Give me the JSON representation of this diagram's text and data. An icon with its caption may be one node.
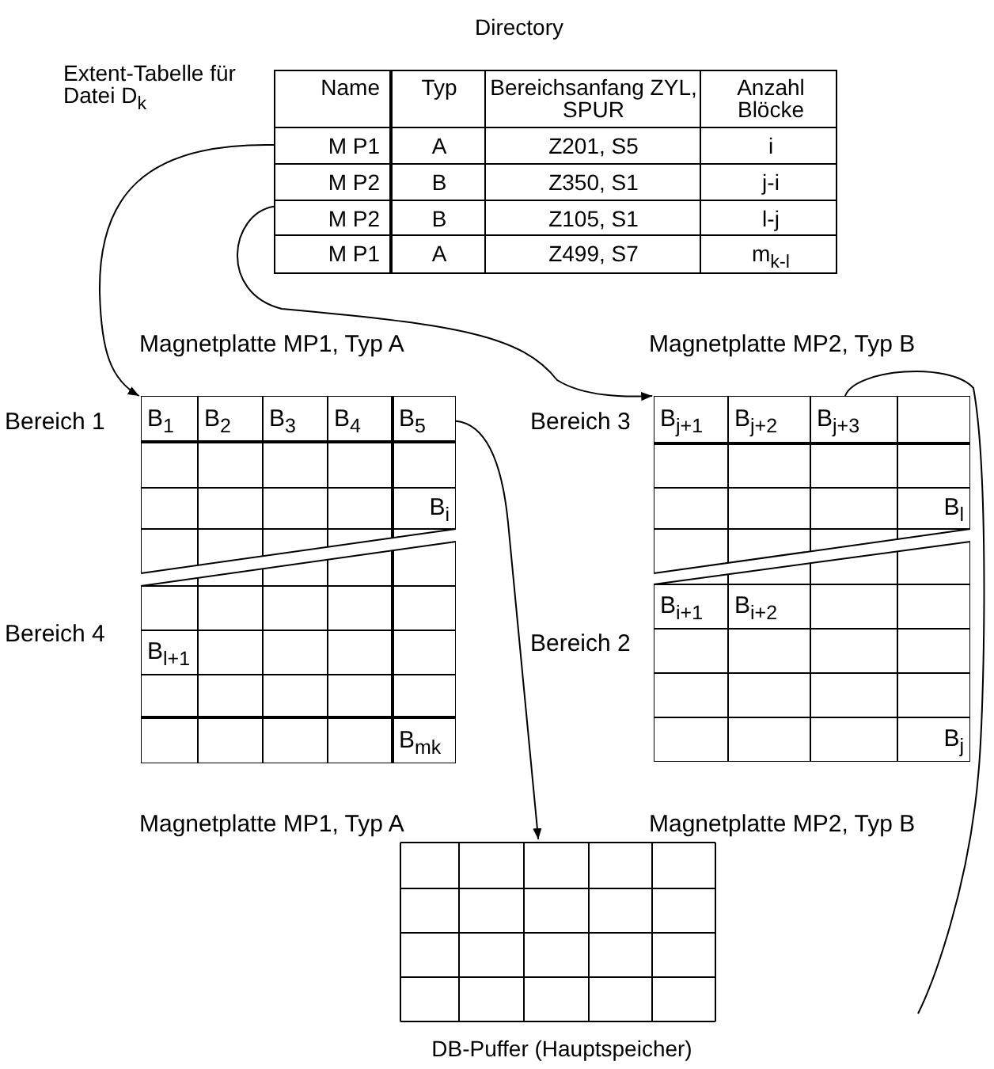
{
  "diagram": {
    "nodes": [
      {
        "text": [
          "Directory"
        ],
        "beside": [
          "Extent-Tabelle für Datei D$_{k}$"
        ]
      },
      {
        "text": [
          "Name",
          "Typ",
          "Bereichsanfang ZYL, SPUR",
          "Anzahl Blöcke"
        ],
        "in": 0
      },
      {
        "text": [
          "M P1",
          "A",
          "Z201, S5",
          "i"
        ],
        "in": 0
      },
      {
        "text": [
          "M P2",
          "B",
          "Z350, S1",
          "j-i"
        ],
        "in": 0
      },
      {
        "text": [
          "M P2",
          "B",
          "Z105, S1",
          "l-j"
        ],
        "in": 0
      },
      {
        "text": [
          "M P1",
          "A",
          "Z499, S7",
          "m$_{k-l}$"
        ],
        "in": 0
      },
      {
        "text": [
          "Magnetplatte MP1, Typ A",
          "Magnetplatte MP1, Typ A"
        ]
      },
      {
        "text": [
          "Bereich 1"
        ],
        "in": 6
      },
      {
        "text": [
          "B$_{1}$"
        ],
        "in": 7
      },
      {
        "text": [
          "B$_{2}$"
        ],
        "in": 7
      },
      {
        "text": [
          "B$_{3}$"
        ],
        "in": 7
      },
      {
        "text": [
          "B$_{4}$"
        ],
        "in": 7
      },
      {
        "text": [
          "B$_{5}$"
        ],
        "in": 7
      },
      {
        "text": [
          "B$_{i}$"
        ],
        "in": 7
      },
      {
        "text": [
          "Bereich 4"
        ],
        "in": 6
      },
      {
        "text": [
          "B$_{l+1}$"
        ],
        "in": 14
      },
      {
        "text": [
          "B$_{mk}$"
        ],
        "in": 14
      },
      {
        "text": [
          "Magnetplatte MP2, Typ B",
          "Magnetplatte MP2, Typ B"
        ]
      },
      {
        "text": [
          "Bereich 3"
        ],
        "in": 17
      },
      {
        "text": [
          "B$_{j+1}$"
        ],
        "in": 18
      },
      {
        "text": [
          "B$_{j+2}$"
        ],
        "in": 18
      },
      {
        "text": [
          "B$_{j+3}$"
        ],
        "in": 18
      },
      {
        "text": [
          "B$_{l}$"
        ],
        "in": 18
      },
      {
        "text": [
          "Bereich 2"
        ],
        "in": 17
      },
      {
        "text": [
          "B$_{i+1}$"
        ],
        "in": 23
      },
      {
        "text": [
          "B$_{i+2}$"
        ],
        "in": 23
      },
      {
        "text": [
          "B$_{j}$"
        ],
        "in": 23
      },
      {
        "text": [
          "DB-Puffer (Hauptspeicher)"
        ]
      }
    ],
    "edges": [
      {
        "from": 2,
        "to": 7,
        "arrow": "to"
      },
      {
        "from": 4,
        "to": 18,
        "arrow": "to"
      },
      {
        "from": 12,
        "to": 27,
        "arrow": "to"
      },
      {
        "from": 21,
        "to": null,
        "arrow": "none"
      }
    ]
  }
}
